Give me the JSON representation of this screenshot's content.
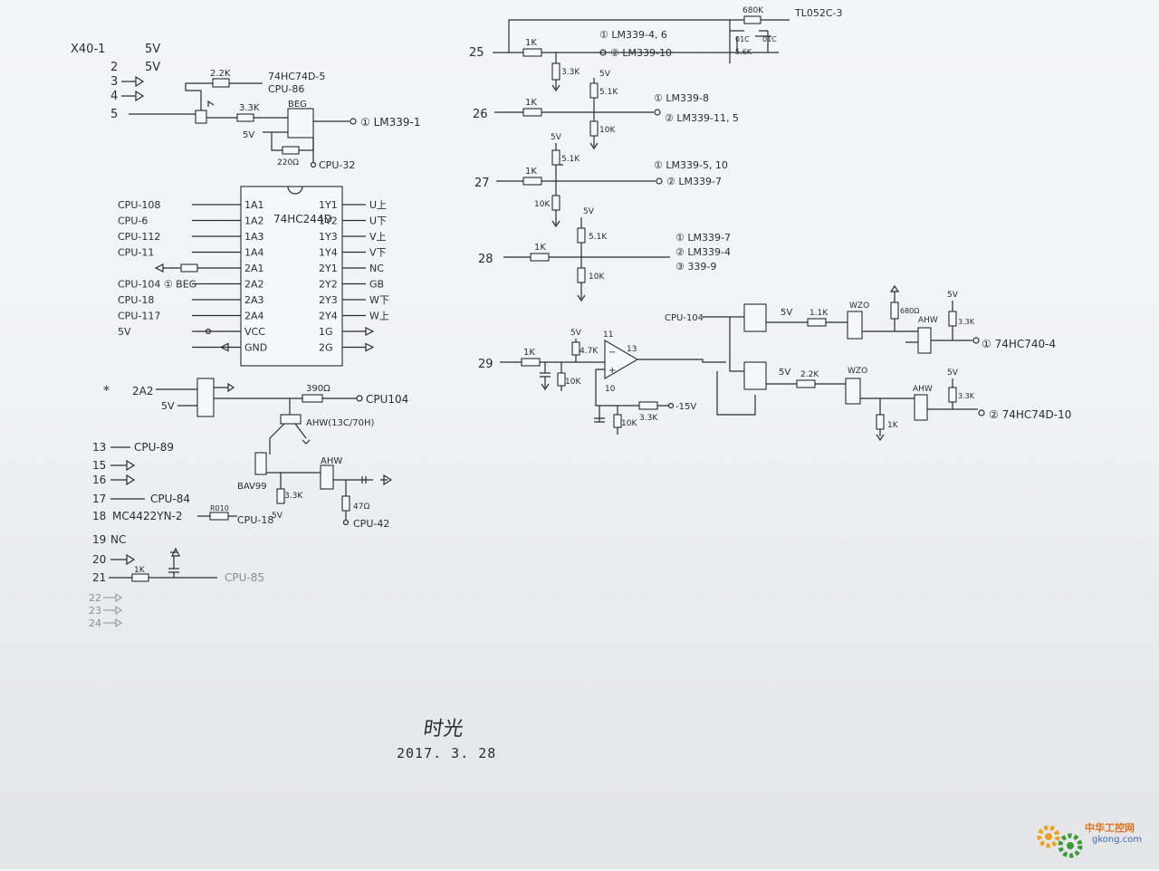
{
  "connector": {
    "title": "X40-1",
    "pins": [
      {
        "n": "2",
        "label": "5V"
      },
      {
        "n": "3",
        "label": ""
      },
      {
        "n": "4",
        "label": ""
      },
      {
        "n": "5",
        "label": ""
      },
      {
        "n": "13",
        "label": "CPU-89"
      },
      {
        "n": "15",
        "label": ""
      },
      {
        "n": "16",
        "label": ""
      },
      {
        "n": "17",
        "label": "CPU-84"
      },
      {
        "n": "18",
        "label": "MC4422YN-2"
      },
      {
        "n": "19",
        "label": "NC"
      },
      {
        "n": "20",
        "label": ""
      },
      {
        "n": "21",
        "label": "CPU-85"
      },
      {
        "n": "22",
        "label": ""
      },
      {
        "n": "23",
        "label": ""
      },
      {
        "n": "24",
        "label": ""
      }
    ],
    "pin1_label": "5V"
  },
  "pin5_circuit": {
    "r_top": "2.2K",
    "top_ref_a": "74HC74D-5",
    "top_ref_b": "CPU-86",
    "r_series": "3.3K",
    "gate": "BEG",
    "out": "① LM339-1",
    "vcc": "5V",
    "r_fb": "220Ω",
    "cpu": "CPU-32"
  },
  "ic": {
    "part": "74HC244D",
    "left_pins": [
      "1A1",
      "1A2",
      "1A3",
      "1A4",
      "2A1",
      "2A2",
      "2A3",
      "2A4",
      "VCC",
      "GND"
    ],
    "right_pins": [
      "1Y1",
      "1Y2",
      "1Y3",
      "1Y4",
      "2Y1",
      "2Y2",
      "2Y3",
      "2Y4",
      "1G",
      "2G"
    ],
    "left_nets": [
      "CPU-108",
      "CPU-6",
      "CPU-112",
      "CPU-11",
      "",
      "CPU-104 ① BEG",
      "CPU-18",
      "CPU-117",
      "5V",
      ""
    ],
    "right_nets": [
      "U上",
      "U下",
      "V上",
      "V下",
      "NC",
      "GB",
      "W下",
      "W上",
      "",
      ""
    ]
  },
  "buffer2a2": {
    "star": "*",
    "in": "2A2",
    "vcc": "5V",
    "r": "390Ω",
    "out": "CPU104",
    "transistor": "AHW(13C/70H)",
    "diode": "BAV99",
    "r2": "3.3K",
    "vcc2": "5V",
    "gate2": "AHW",
    "r3": "47Ω",
    "cpu": "CPU-42"
  },
  "pin18": {
    "r": "R010",
    "cpu": "CPU-18"
  },
  "pin21": {
    "r": "1K"
  },
  "right": {
    "p25": {
      "n": "25",
      "r1": "1K",
      "r2": "3.3K",
      "r_top": "680K",
      "cap1": "01C",
      "cap2": "01C",
      "r_shunt": "5.6K",
      "out1": "TL052C-3",
      "ref1": "① LM339-4, 6",
      "ref2": "② LM339-10",
      "vcc": "5V"
    },
    "p26": {
      "n": "26",
      "r1": "1K",
      "r_up": "5.1K",
      "r_dn": "10K",
      "ref1": "① LM339-8",
      "ref2": "② LM339-11, 5"
    },
    "p27": {
      "n": "27",
      "r1": "1K",
      "r_up": "5.1K",
      "r_dn": "10K",
      "vcc": "5V",
      "ref1": "① LM339-5, 10",
      "ref2": "② LM339-7"
    },
    "p28": {
      "n": "28",
      "r1": "1K",
      "r_up": "5.1K",
      "r_dn": "10K",
      "vcc": "5V",
      "ref1": "① LM339-7",
      "ref2": "② LM339-4",
      "ref3": "③ 339-9"
    },
    "p29": {
      "n": "29",
      "r1": "1K",
      "r_up": "4.7K",
      "r_gnd": "10K",
      "vcc": "5V",
      "pin11": "11",
      "pin13": "13",
      "pin10": "10",
      "r_fb": "3.3K",
      "neg": "-15V"
    },
    "drv": {
      "cpu": "CPU-104",
      "vcc_a": "5V",
      "r_a": "1.1K",
      "wz_a": "WZO",
      "r_pull_a": "680Ω",
      "gate_a": "AHW",
      "vcc_b": "5V",
      "r_b": "3.3K",
      "out_a": "① 74HC740-4",
      "vcc_c": "5V",
      "r_c": "2.2K",
      "wz_b": "WZO",
      "r_d": "1K",
      "gate_b": "AHW",
      "vcc_d": "5V",
      "r_e": "3.3K",
      "out_b": "② 74HC74D-10"
    }
  },
  "signature": {
    "name": "时光",
    "date": "2017. 3. 28"
  },
  "logo": {
    "cn": "中华工控网",
    "url": "gkong.com"
  }
}
